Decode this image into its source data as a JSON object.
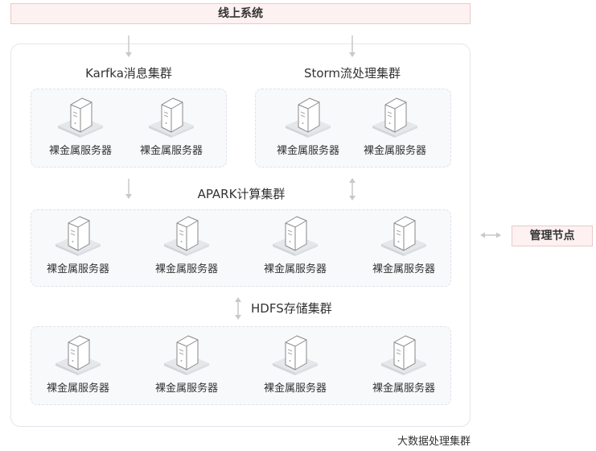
{
  "top_system": {
    "label": "线上系统"
  },
  "clusters": {
    "kafka": {
      "label": "Karfka消息集群",
      "servers": [
        "裸金属服务器",
        "裸金属服务器"
      ]
    },
    "storm": {
      "label": "Storm流处理集群",
      "servers": [
        "裸金属服务器",
        "裸金属服务器"
      ]
    },
    "spark": {
      "label": "APARK计算集群",
      "servers": [
        "裸金属服务器",
        "裸金属服务器",
        "裸金属服务器",
        "裸金属服务器"
      ]
    },
    "hdfs": {
      "label": "HDFS存储集群",
      "servers": [
        "裸金属服务器",
        "裸金属服务器",
        "裸金属服务器",
        "裸金属服务器"
      ]
    }
  },
  "management_node": {
    "label": "管理节点"
  },
  "container_caption": "大数据处理集群",
  "icons": {
    "server": "server-icon",
    "arrow_down": "arrow-down-icon",
    "arrow_updown": "arrow-updown-icon",
    "arrow_leftright": "arrow-leftright-icon"
  },
  "colors": {
    "highlight_fill": "#fdf1f1",
    "highlight_border": "#ecc9c9",
    "group_fill": "#f8f9fb",
    "arrow": "#c8c9cc"
  }
}
